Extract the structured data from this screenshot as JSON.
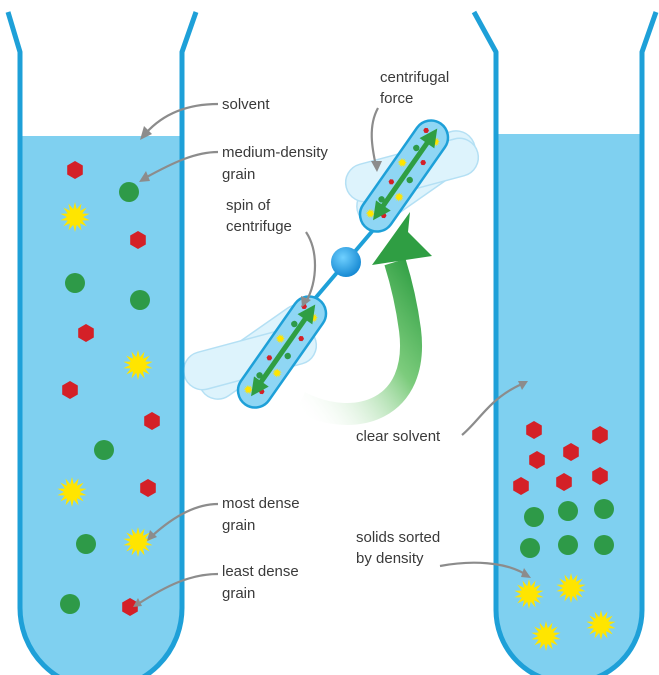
{
  "labels": {
    "solvent": [
      "solvent"
    ],
    "medium_density_grain": [
      "medium-density",
      "grain"
    ],
    "centrifugal_force": [
      "centrifugal",
      "force"
    ],
    "spin_of_centrifuge": [
      "spin of",
      "centrifuge"
    ],
    "clear_solvent": [
      "clear solvent"
    ],
    "most_dense_grain": [
      "most dense",
      "grain"
    ],
    "least_dense_grain": [
      "least dense",
      "grain"
    ],
    "solids_sorted": [
      "solids sorted",
      "by density"
    ]
  },
  "colors": {
    "tube_outline": "#1ea0d8",
    "solvent": "#7fd0f0",
    "least_dense_grain": "#d42027",
    "medium_density_grain": "#2e9a48",
    "most_dense_grain": "#ffe500",
    "spin_arrow": "#3aa94a",
    "leader_line": "#8c8c8c",
    "label_text": "#3a3a3a"
  },
  "icons": {
    "least_dense": "red-hexagon",
    "medium_density": "green-circle",
    "most_dense": "yellow-starburst"
  }
}
